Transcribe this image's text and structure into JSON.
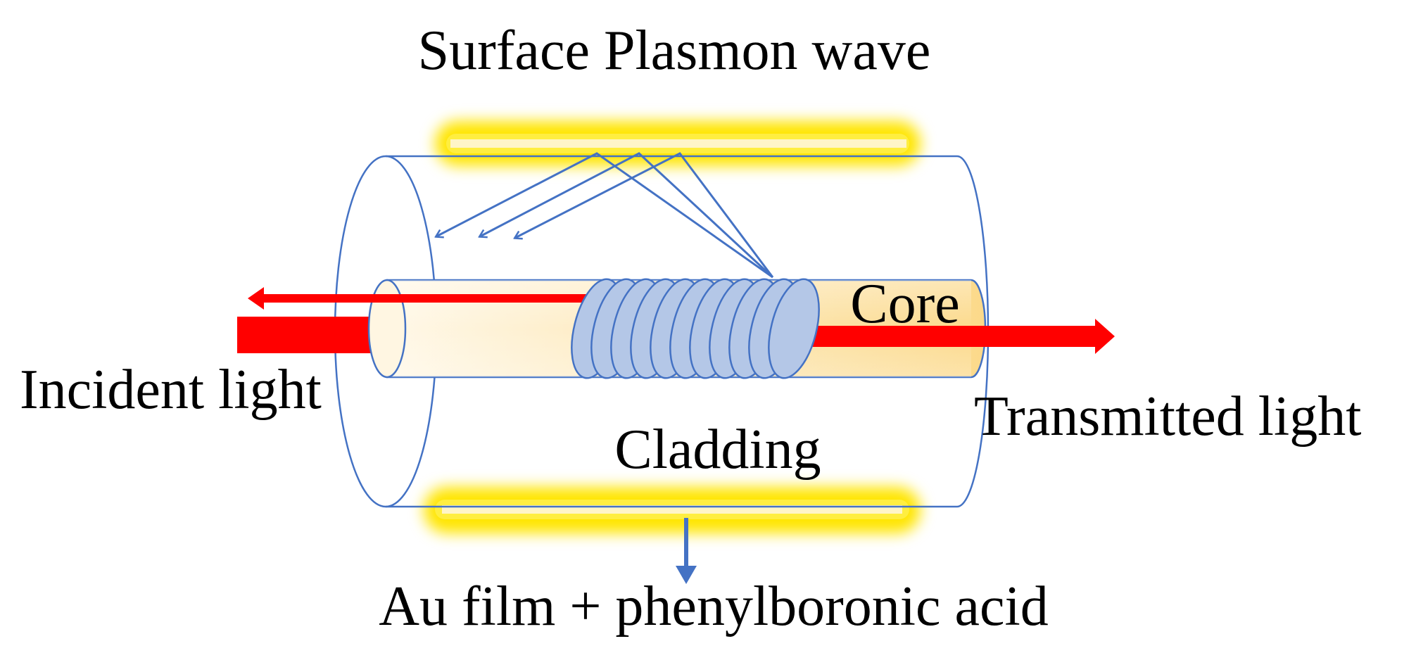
{
  "labels": {
    "surface_plasmon_wave": "Surface Plasmon wave",
    "core": "Core",
    "incident_light": "Incident light",
    "transmitted_light": "Transmitted light",
    "cladding": "Cladding",
    "au_film": "Au film + phenylboronic acid"
  },
  "colors": {
    "outline": "#4472c4",
    "light_arrow": "#ff0000",
    "core_fill": "#ffe3a0",
    "coil_fill": "#b4c7e7",
    "gold_glow": "#ffe500",
    "text": "#000000"
  }
}
